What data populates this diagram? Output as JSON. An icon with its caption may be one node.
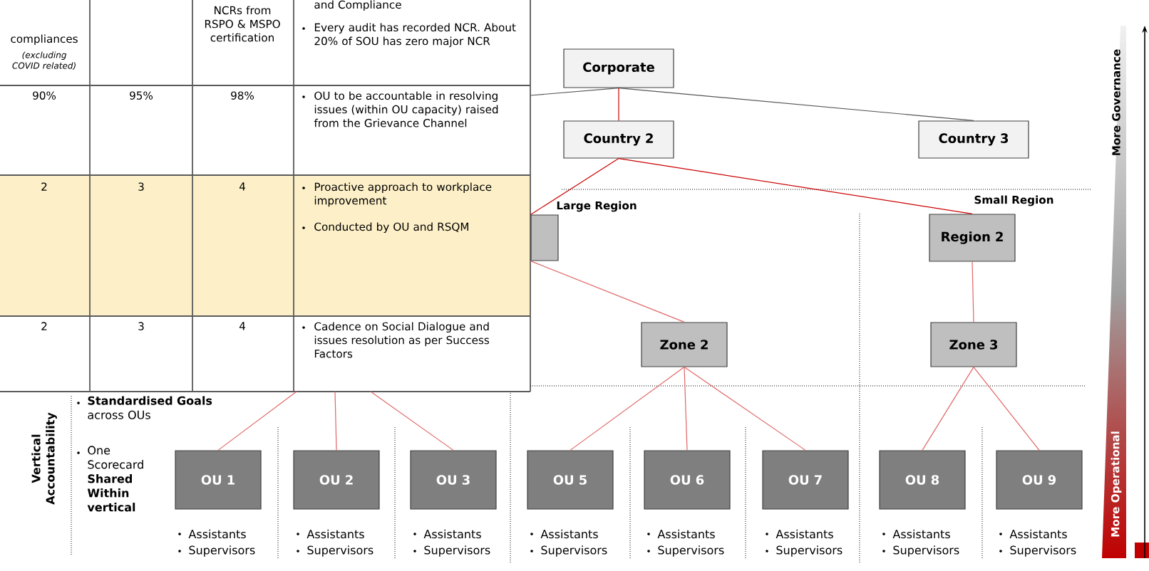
{
  "diagram": {
    "nodes": [
      {
        "text": [
          "Corporate"
        ]
      },
      {
        "text": [
          "Country 2"
        ]
      },
      {
        "text": [
          "Country 3"
        ]
      },
      {
        "text": [],
        "shape": "box"
      },
      {
        "text": [
          "Region 2"
        ]
      },
      {
        "text": [
          "Zone 2"
        ]
      },
      {
        "text": [
          "Zone 3"
        ]
      },
      {
        "text": [
          "OU 1"
        ],
        "beside": [
          "Assistants",
          "Supervisors"
        ]
      },
      {
        "text": [
          "OU 2"
        ],
        "beside": [
          "Assistants",
          "Supervisors"
        ]
      },
      {
        "text": [
          "OU 3"
        ],
        "beside": [
          "Assistants",
          "Supervisors"
        ]
      },
      {
        "text": [
          "OU 5"
        ],
        "beside": [
          "Assistants",
          "Supervisors"
        ]
      },
      {
        "text": [
          "OU 6"
        ],
        "beside": [
          "Assistants",
          "Supervisors"
        ]
      },
      {
        "text": [
          "OU 7"
        ],
        "beside": [
          "Assistants",
          "Supervisors"
        ]
      },
      {
        "text": [
          "OU 8"
        ],
        "beside": [
          "Assistants",
          "Supervisors"
        ]
      },
      {
        "text": [
          "OU 9"
        ],
        "beside": [
          "Assistants",
          "Supervisors"
        ]
      }
    ],
    "edges": [
      {
        "from": 0,
        "to": null,
        "arrow": "none",
        "color": "#555555"
      },
      {
        "from": 0,
        "to": 1,
        "arrow": "none",
        "color": "#cc0000"
      },
      {
        "from": 0,
        "to": 2,
        "arrow": "none",
        "color": "#555555"
      },
      {
        "from": 1,
        "to": 3,
        "arrow": "none",
        "color": "#cc0000"
      },
      {
        "from": 1,
        "to": 4,
        "arrow": "none",
        "color": "#cc0000"
      },
      {
        "from": 3,
        "to": 5,
        "arrow": "none"
      },
      {
        "from": 4,
        "to": 6,
        "arrow": "none"
      },
      {
        "from": null,
        "to": 7,
        "arrow": "none"
      },
      {
        "from": null,
        "to": 8,
        "arrow": "none"
      },
      {
        "from": null,
        "to": 9,
        "arrow": "none"
      },
      {
        "from": 5,
        "to": 10,
        "arrow": "none"
      },
      {
        "from": 5,
        "to": 11,
        "arrow": "none"
      },
      {
        "from": 5,
        "to": 12,
        "arrow": "none"
      },
      {
        "from": 6,
        "to": 13,
        "arrow": "none"
      },
      {
        "from": 6,
        "to": 14,
        "arrow": "none"
      }
    ],
    "labels": [
      "compliances",
      "(excluding COVID related)",
      "NCRs from RSPO & MSPO certification",
      "and Compliance",
      "Every audit has recorded NCR. About 20% of SOU has zero major NCR",
      "90%",
      "95%",
      "98%",
      "OU to be accountable in resolving issues (within OU capacity) raised from the Grievance Channel",
      "2",
      "3",
      "4",
      "Proactive approach to workplace improvement",
      "Conducted by OU and RSQM",
      "2",
      "3",
      "4",
      "Cadence on Social Dialogue and issues resolution as per Success Factors",
      "Large Region",
      "Small Region",
      "Vertical Accountability",
      "**Standardised Goals** across OUs",
      "One Scorecard **Shared Within vertical**",
      "More Governance",
      "More Operational"
    ]
  }
}
